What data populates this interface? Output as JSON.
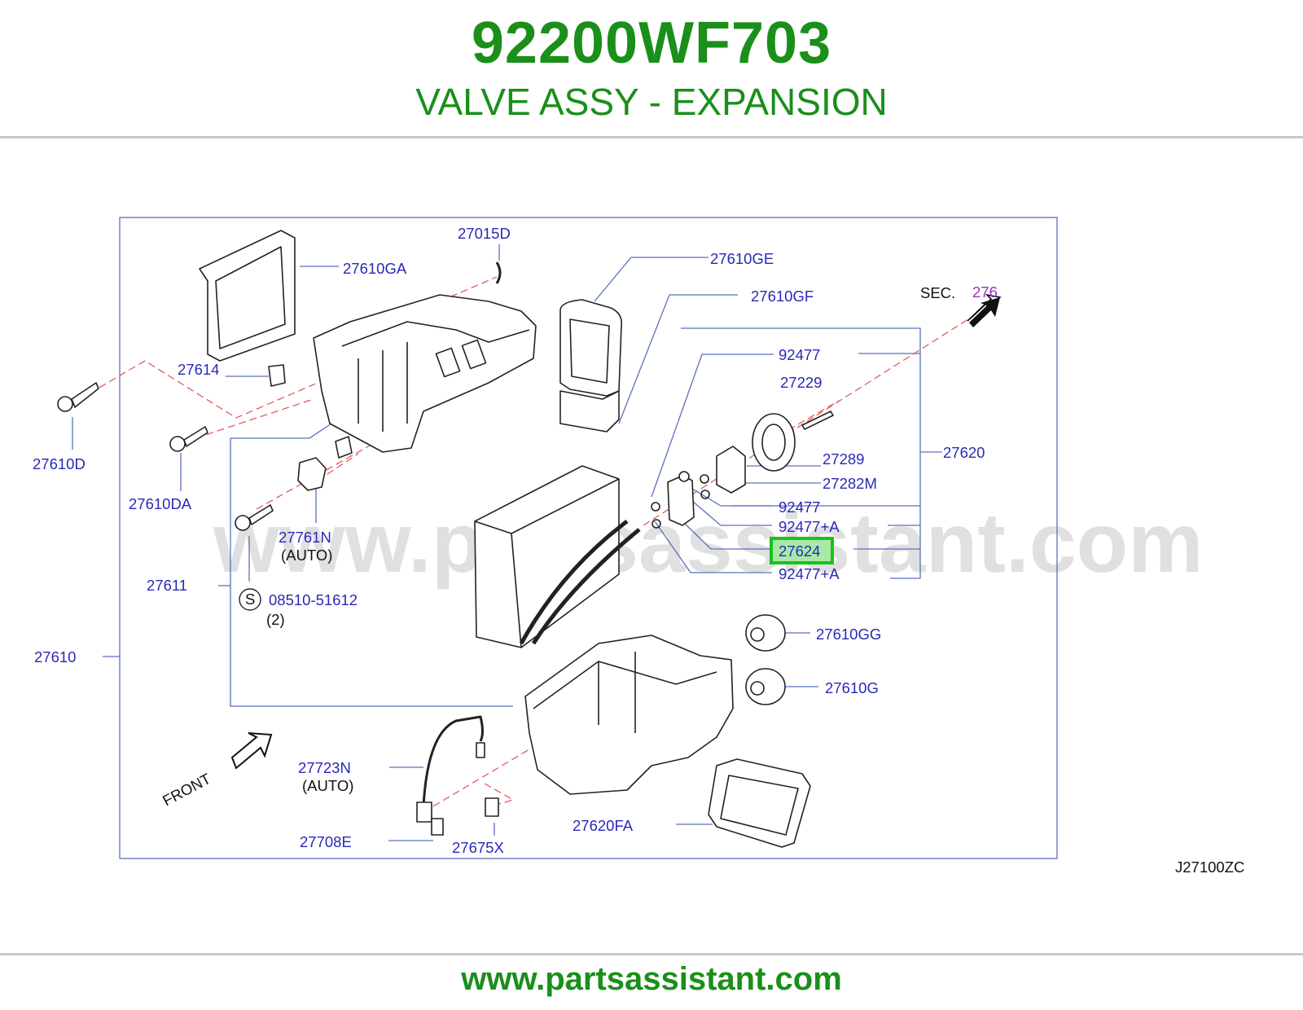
{
  "header": {
    "part_number": "92200WF703",
    "part_name": "VALVE ASSY - EXPANSION"
  },
  "diagram": {
    "watermark": "www.partsassistant.com",
    "code": "J27100ZC",
    "sec_prefix": "SEC.",
    "sec_ref": "276",
    "front_label": "FRONT",
    "screw_symbol": "S",
    "highlighted_part": "27624",
    "labels": {
      "p27015D": "27015D",
      "p27610GA": "27610GA",
      "p27610GE": "27610GE",
      "p27610GF": "27610GF",
      "p27614": "27614",
      "p92477_top": "92477",
      "p27229": "27229",
      "p27620": "27620",
      "p27289": "27289",
      "p27282M": "27282M",
      "p92477_mid": "92477",
      "p92477A_1": "92477+A",
      "p27624": "27624",
      "p92477A_2": "92477+A",
      "p27610D": "27610D",
      "p27610DA": "27610DA",
      "p27761N": "27761N",
      "p27761N_note": "(AUTO)",
      "p27611": "27611",
      "p08510": "08510-51612",
      "p08510_qty": "(2)",
      "p27610": "27610",
      "p27610GG": "27610GG",
      "p27610G": "27610G",
      "p27723N": "27723N",
      "p27723N_note": "(AUTO)",
      "p27708E": "27708E",
      "p27675X": "27675X",
      "p27620FA": "27620FA"
    }
  },
  "colors": {
    "brand_green": "#1a8f1a",
    "label_blue": "#2929b8",
    "frame_blue": "#5a6fc0",
    "dash_red": "#e05050",
    "highlight_green": "#19c319",
    "sec_purple": "#9b2fc4"
  },
  "footer": {
    "url": "www.partsassistant.com"
  }
}
